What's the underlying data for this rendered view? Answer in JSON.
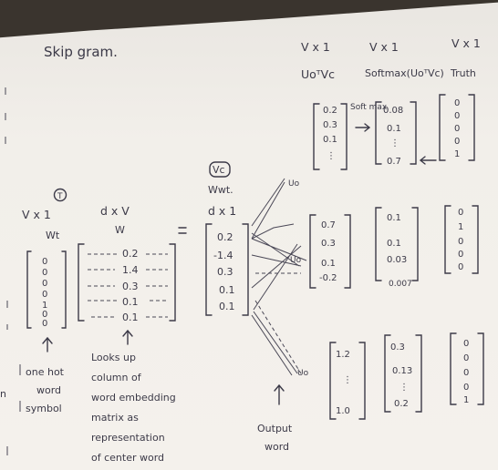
{
  "title": "Skip gram.",
  "col_headers": {
    "top_dims": [
      "V x 1",
      "V x 1",
      "V x 1"
    ],
    "top_names": [
      "UoᵀVc",
      "Softmax(UoᵀVc)",
      "Truth"
    ]
  },
  "input": {
    "marker": "T",
    "dim": "V x 1",
    "name": "Wt",
    "values": [
      "0",
      "0",
      "0",
      "0",
      "1",
      "0",
      "0"
    ],
    "caption": [
      "one hot",
      "word",
      "symbol"
    ]
  },
  "matrix": {
    "dim": "d x V",
    "name": "W",
    "values": [
      "0.2",
      "1.4",
      "0.3",
      "0.1",
      "0.1"
    ],
    "caption": [
      "Looks up",
      "column of",
      "word embedding",
      "matrix as",
      "representation",
      "of center word"
    ]
  },
  "center": {
    "marker": "Vc",
    "name": "Wwt.",
    "dim": "d x 1",
    "values": [
      "0.2",
      "-1.4",
      "0.3",
      "0.1",
      "0.1"
    ],
    "caption": [
      "Output",
      "word"
    ]
  },
  "rows": [
    {
      "label": "Uo",
      "scores": [
        "0.2",
        "0.3",
        "0.1",
        "⋮"
      ],
      "softmax_label": "Soft max",
      "probs": [
        "0.08",
        "0.1",
        "⋮",
        "0.7"
      ],
      "truth": [
        "0",
        "0",
        "0",
        "0",
        "1"
      ]
    },
    {
      "label": "Uo",
      "scores": [
        "0.7",
        "0.3",
        "0.1",
        "-0.2"
      ],
      "probs": [
        "0.1",
        "0.1",
        "0.03",
        "0.007"
      ],
      "truth": [
        "0",
        "1",
        "0",
        "0",
        "0"
      ]
    },
    {
      "label": "Uo",
      "scores": [
        "1.2",
        "⋮",
        "1.0"
      ],
      "probs": [
        "0.3",
        "0.13",
        "⋮",
        "0.2"
      ],
      "truth": [
        "0",
        "0",
        "0",
        "0",
        "1"
      ]
    }
  ],
  "ink_color": "#3c3a48"
}
